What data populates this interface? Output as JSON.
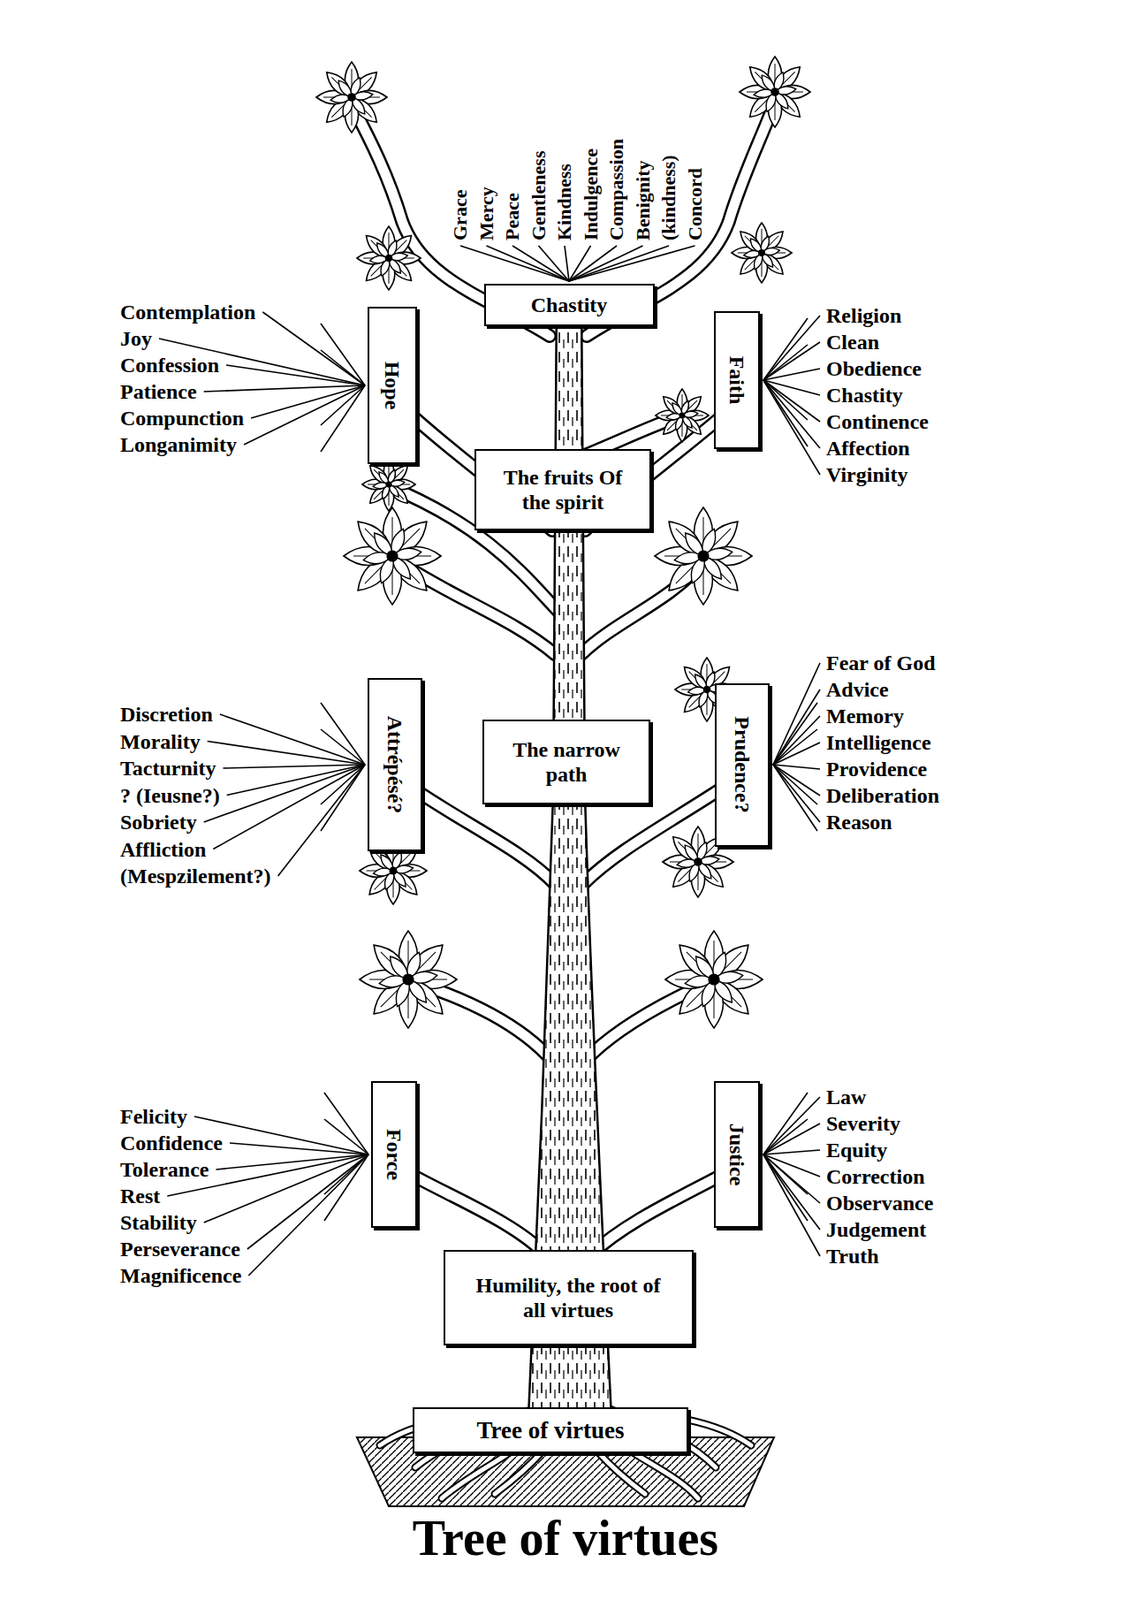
{
  "diagram": {
    "title": "Tree of virtues",
    "nodes": [
      {
        "text": [
          "Chastity"
        ]
      },
      {
        "text": [
          "Hope"
        ]
      },
      {
        "text": [
          "Faith"
        ]
      },
      {
        "text": [
          "The fruits Of the spirit"
        ]
      },
      {
        "text": [
          "Attrépésé?"
        ]
      },
      {
        "text": [
          "The narrow path"
        ]
      },
      {
        "text": [
          "Prudence?"
        ]
      },
      {
        "text": [
          "Force"
        ]
      },
      {
        "text": [
          "Justice"
        ]
      },
      {
        "text": [
          "Humility, the root of all virtues"
        ]
      },
      {
        "text": [
          "Tree of virtues"
        ]
      }
    ],
    "labels": [
      "Grace",
      "Mercy",
      "Peace",
      "Gentleness",
      "Kindness",
      "Indulgence",
      "Compassion",
      "Benignity",
      "(kindness)",
      "Concord",
      "Contemplation",
      "Joy",
      "Confession",
      "Patience",
      "Compunction",
      "Longanimity",
      "Religion",
      "Clean",
      "Obedience",
      "Chastity",
      "Continence",
      "Affection",
      "Virginity",
      "Discretion",
      "Morality",
      "Tacturnity",
      "? (Ieusne?)",
      "Sobriety",
      "Affliction",
      "(Mespzilement?)",
      "Fear of God",
      "Advice",
      "Memory",
      "Intelligence",
      "Providence",
      "Deliberation",
      "Reason",
      "Felicity",
      "Confidence",
      "Tolerance",
      "Rest",
      "Stability",
      "Perseverance",
      "Magnificence",
      "Law",
      "Severity",
      "Equity",
      "Correction",
      "Observance",
      "Judgement",
      "Truth"
    ]
  }
}
